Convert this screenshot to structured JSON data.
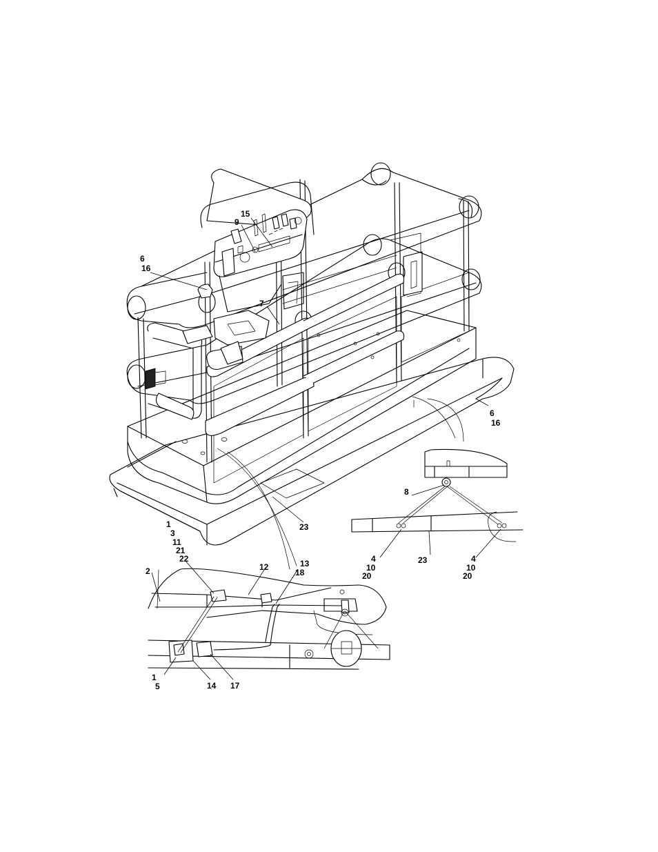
{
  "callouts": {
    "c15": "15",
    "c9": "9",
    "c6a": "6",
    "c16a": "16",
    "c7": "7",
    "c6b": "6",
    "c16b": "16",
    "c8": "8",
    "c23a": "23",
    "c1a": "1",
    "c3": "3",
    "c11": "11",
    "c21": "21",
    "c22": "22",
    "c13": "13",
    "c18": "18",
    "c2": "2",
    "c12": "12",
    "c4a": "4",
    "c10a": "10",
    "c20a": "20",
    "c23b": "23",
    "c4b": "4",
    "c10b": "10",
    "c20b": "20",
    "c1b": "1",
    "c5": "5",
    "c14": "14",
    "c17": "17"
  }
}
